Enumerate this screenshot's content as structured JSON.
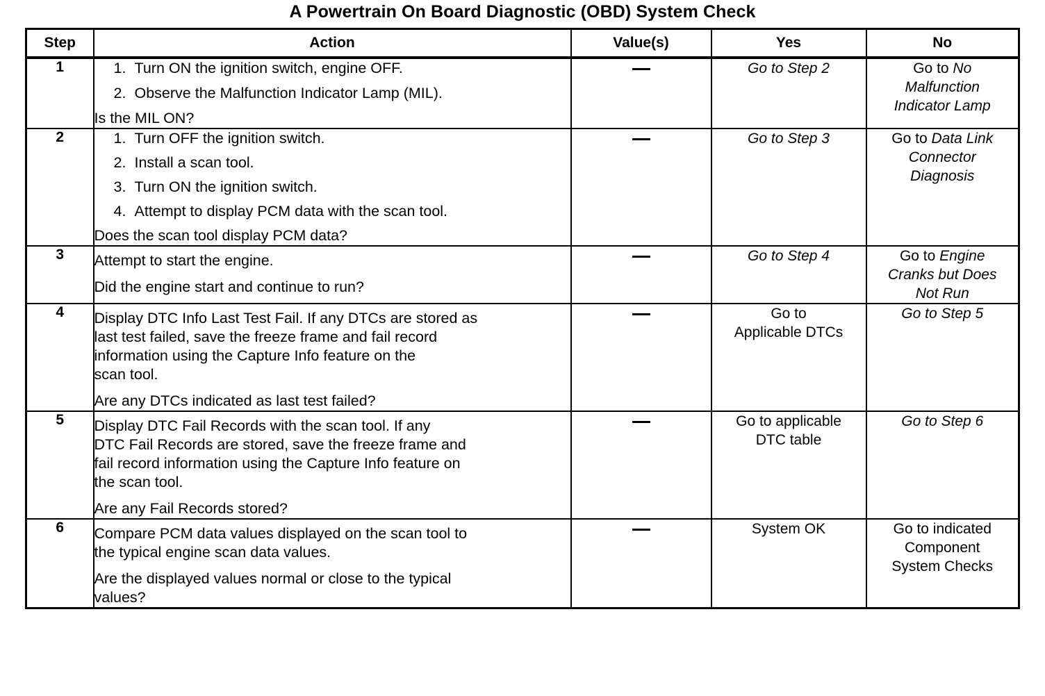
{
  "document": {
    "title": "A Powertrain On Board Diagnostic (OBD) System Check"
  },
  "table": {
    "headers": {
      "step": "Step",
      "action": "Action",
      "value": "Value(s)",
      "yes": "Yes",
      "no": "No"
    },
    "value_dash": "—",
    "rows": [
      {
        "step": "1",
        "action": {
          "numbered": [
            {
              "num": "1.",
              "text": "Turn ON the ignition switch, engine OFF."
            },
            {
              "num": "2.",
              "text": "Observe the Malfunction Indicator Lamp (MIL)."
            }
          ],
          "question": "Is the MIL ON?"
        },
        "value": "—",
        "yes": {
          "lines": [
            {
              "plain": "",
              "italic": "Go to Step 2"
            }
          ]
        },
        "no": {
          "lines": [
            {
              "plain": "Go to ",
              "italic": "No"
            },
            {
              "plain": "",
              "italic": "Malfunction"
            },
            {
              "plain": "",
              "italic": "Indicator Lamp"
            }
          ]
        }
      },
      {
        "step": "2",
        "action": {
          "numbered": [
            {
              "num": "1.",
              "text": "Turn OFF the ignition switch."
            },
            {
              "num": "2.",
              "text": "Install a scan tool."
            },
            {
              "num": "3.",
              "text": "Turn ON the ignition switch."
            },
            {
              "num": "4.",
              "text": "Attempt to display PCM data with the scan tool."
            }
          ],
          "question": "Does the scan tool display PCM data?"
        },
        "value": "—",
        "yes": {
          "lines": [
            {
              "plain": "",
              "italic": "Go to Step 3"
            }
          ]
        },
        "no": {
          "lines": [
            {
              "plain": "Go to ",
              "italic": "Data Link"
            },
            {
              "plain": "",
              "italic": "Connector"
            },
            {
              "plain": "",
              "italic": "Diagnosis"
            }
          ]
        }
      },
      {
        "step": "3",
        "action": {
          "paragraphs": [
            "Attempt to start the engine."
          ],
          "question": "Did the engine start and continue to run?"
        },
        "value": "—",
        "yes": {
          "lines": [
            {
              "plain": "",
              "italic": "Go to Step 4"
            }
          ]
        },
        "no": {
          "lines": [
            {
              "plain": "Go to ",
              "italic": "Engine"
            },
            {
              "plain": "",
              "italic": "Cranks but Does"
            },
            {
              "plain": "",
              "italic": "Not Run"
            }
          ]
        }
      },
      {
        "step": "4",
        "action": {
          "paragraphs": [
            "Display DTC Info Last Test Fail. If any DTCs are stored as",
            "last test failed, save the freeze frame and fail record",
            "information using the Capture Info feature on the",
            "scan tool."
          ],
          "question": "Are any DTCs indicated as last test failed?"
        },
        "value": "—",
        "yes": {
          "lines": [
            {
              "plain": "Go to",
              "italic": ""
            },
            {
              "plain": "Applicable DTCs",
              "italic": ""
            }
          ]
        },
        "no": {
          "lines": [
            {
              "plain": "",
              "italic": "Go to Step 5"
            }
          ]
        }
      },
      {
        "step": "5",
        "action": {
          "paragraphs": [
            "Display DTC Fail Records with the scan tool. If any",
            "DTC Fail Records are stored, save the freeze frame and",
            "fail record information using the Capture Info feature on",
            "the scan tool."
          ],
          "question": "Are any Fail Records stored?"
        },
        "value": "—",
        "yes": {
          "lines": [
            {
              "plain": "Go to applicable",
              "italic": ""
            },
            {
              "plain": "DTC table",
              "italic": ""
            }
          ]
        },
        "no": {
          "lines": [
            {
              "plain": "",
              "italic": "Go to Step 6"
            }
          ]
        }
      },
      {
        "step": "6",
        "action": {
          "paragraphs": [
            "Compare PCM data values displayed on the scan tool to",
            "the typical engine scan data values."
          ],
          "question_lines": [
            "Are the displayed values normal or close to the typical",
            "values?"
          ]
        },
        "value": "—",
        "yes": {
          "lines": [
            {
              "plain": "System OK",
              "italic": ""
            }
          ]
        },
        "no": {
          "lines": [
            {
              "plain": "Go to indicated",
              "italic": ""
            },
            {
              "plain": "Component",
              "italic": ""
            },
            {
              "plain": "System Checks",
              "italic": ""
            }
          ]
        }
      }
    ]
  }
}
